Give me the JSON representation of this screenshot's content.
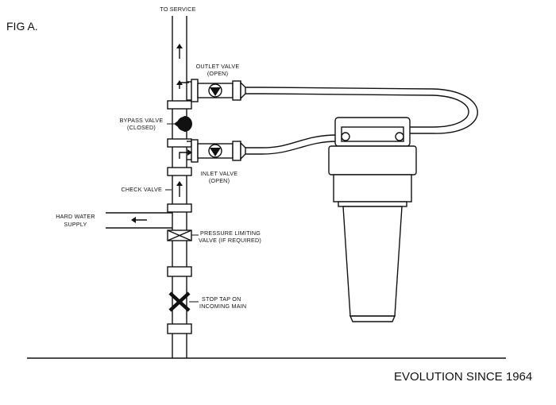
{
  "figure_label": "FIG A.",
  "footer": "EVOLUTION SINCE 1964",
  "labels": {
    "to_service": "TO SERVICE",
    "outlet_valve": [
      "OUTLET VALVE",
      "(OPEN)"
    ],
    "bypass_valve": [
      "BYPASS VALVE",
      "(CLOSED)"
    ],
    "inlet_valve": [
      "INLET VALVE",
      "(OPEN)"
    ],
    "check_valve": "CHECK VALVE",
    "hard_water_supply": [
      "HARD WATER",
      "SUPPLY"
    ],
    "pressure_limiting_valve": [
      "PRESSURE LIMITING",
      "VALVE (IF REQUIRED)"
    ],
    "stop_tap": [
      "STOP TAP ON",
      "INCOMING MAIN"
    ]
  }
}
